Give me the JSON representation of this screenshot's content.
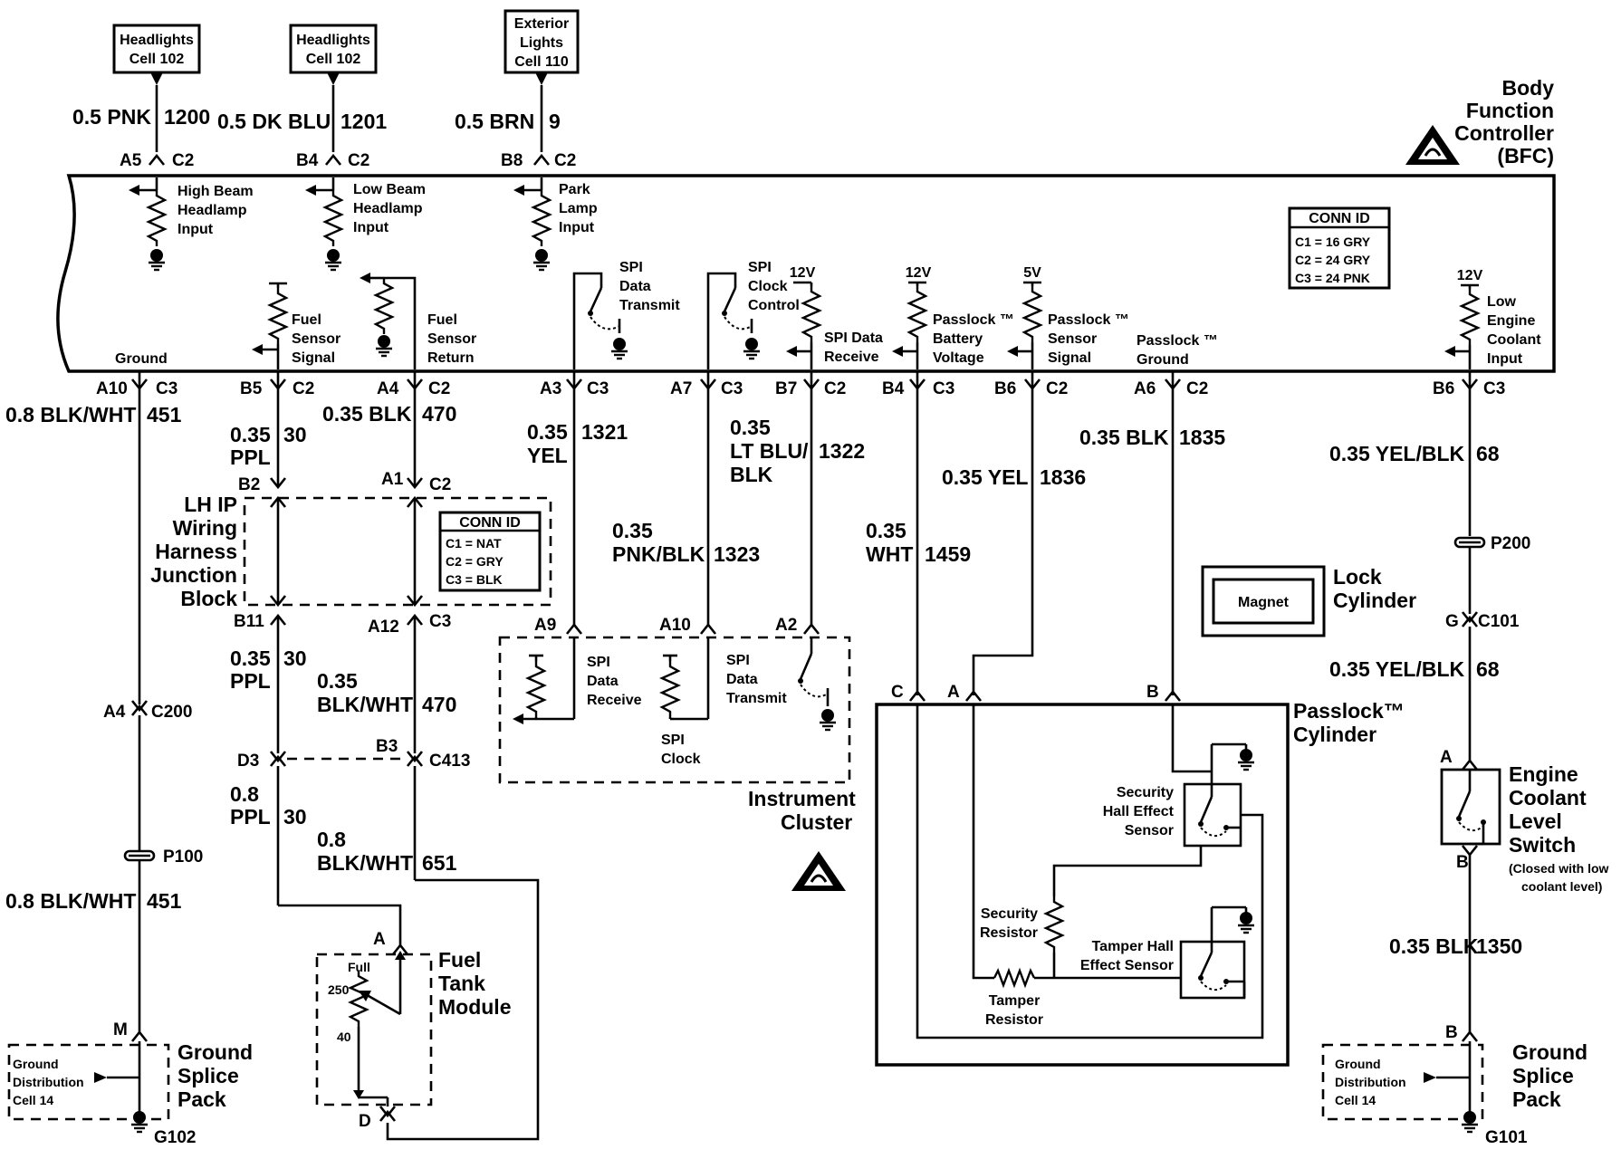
{
  "refs": {
    "headlights_a": [
      "Headlights",
      "Cell 102"
    ],
    "headlights_b": [
      "Headlights",
      "Cell 102"
    ],
    "exterior": [
      "Exterior",
      "Lights",
      "Cell 110"
    ]
  },
  "bfc": {
    "title": [
      "Body",
      "Function",
      "Controller",
      "(BFC)"
    ],
    "conn_id": {
      "title": "CONN ID",
      "rows": [
        "C1 = 16 GRY",
        "C2 = 24 GRY",
        "C3 = 24 PNK"
      ]
    },
    "inputs": {
      "high_beam": [
        "High Beam",
        "Headlamp",
        "Input"
      ],
      "low_beam": [
        "Low Beam",
        "Headlamp",
        "Input"
      ],
      "park": [
        "Park",
        "Lamp",
        "Input"
      ],
      "fuel_signal": [
        "Fuel",
        "Sensor",
        "Signal"
      ],
      "fuel_return": [
        "Fuel",
        "Sensor",
        "Return"
      ],
      "spi_tx": [
        "SPI",
        "Data",
        "Transmit"
      ],
      "spi_clk": [
        "SPI",
        "Clock",
        "Control"
      ],
      "spi_rx": [
        "SPI Data",
        "Receive"
      ],
      "pl_batt": [
        "Passlock ™",
        "Battery",
        "Voltage"
      ],
      "pl_sig": [
        "Passlock ™",
        "Sensor",
        "Signal"
      ],
      "pl_gnd": [
        "Passlock ™",
        "Ground"
      ],
      "coolant": [
        "Low",
        "Engine",
        "Coolant",
        "Input"
      ],
      "ground": "Ground"
    },
    "volts": {
      "rx": "12V",
      "batt": "12V",
      "sig": "5V",
      "cool": "12V"
    }
  },
  "top_wires": {
    "w1200": {
      "gauge": "0.5 PNK",
      "circuit": "1200",
      "pin": "A5",
      "conn": "C2"
    },
    "w1201": {
      "gauge": "0.5 DK BLU",
      "circuit": "1201",
      "pin": "B4",
      "conn": "C2"
    },
    "w9": {
      "gauge": "0.5 BRN",
      "circuit": "9",
      "pin": "B8",
      "conn": "C2"
    }
  },
  "bottom_pins": {
    "a10": {
      "pin": "A10",
      "conn": "C3"
    },
    "b5": {
      "pin": "B5",
      "conn": "C2"
    },
    "a4": {
      "pin": "A4",
      "conn": "C2"
    },
    "a3": {
      "pin": "A3",
      "conn": "C3"
    },
    "a7": {
      "pin": "A7",
      "conn": "C3"
    },
    "b7": {
      "pin": "B7",
      "conn": "C2"
    },
    "b4": {
      "pin": "B4",
      "conn": "C3"
    },
    "b6a": {
      "pin": "B6",
      "conn": "C2"
    },
    "a6": {
      "pin": "A6",
      "conn": "C2"
    },
    "b6b": {
      "pin": "B6",
      "conn": "C3"
    }
  },
  "wires": {
    "w451": {
      "gauge": "0.8 BLK/WHT",
      "circuit": "451"
    },
    "w451b": {
      "gauge": "0.8 BLK/WHT",
      "circuit": "451"
    },
    "w30a": {
      "gauge": [
        "0.35",
        "PPL"
      ],
      "circuit": "30"
    },
    "w470": {
      "gauge": "0.35 BLK",
      "circuit": "470"
    },
    "w1321": {
      "gauge": [
        "0.35",
        "YEL"
      ],
      "circuit": "1321"
    },
    "w1322": {
      "gauge": [
        "0.35",
        "LT BLU/",
        "BLK"
      ],
      "circuit": "1322"
    },
    "w1323": {
      "gauge": [
        "0.35",
        "PNK/BLK"
      ],
      "circuit": "1323"
    },
    "w1459": {
      "gauge": [
        "0.35",
        "WHT"
      ],
      "circuit": "1459"
    },
    "w1836": {
      "gauge": "0.35 YEL",
      "circuit": "1836"
    },
    "w1835": {
      "gauge": "0.35 BLK",
      "circuit": "1835"
    },
    "w68a": {
      "gauge": "0.35 YEL/BLK",
      "circuit": "68"
    },
    "w68b": {
      "gauge": "0.35 YEL/BLK",
      "circuit": "68"
    },
    "w30b": {
      "gauge": [
        "0.35",
        "PPL"
      ],
      "circuit": "30"
    },
    "w470b": {
      "gauge": [
        "0.35",
        "BLK/WHT"
      ],
      "circuit": "470"
    },
    "w30c": {
      "gauge": [
        "0.8",
        "PPL"
      ],
      "circuit": "30"
    },
    "w651": {
      "gauge": [
        "0.8",
        "BLK/WHT"
      ],
      "circuit": "651"
    },
    "w1350": {
      "gauge": "0.35 BLK",
      "circuit": "1350"
    }
  },
  "junction": {
    "title": [
      "LH IP",
      "Wiring",
      "Harness",
      "Junction",
      "Block"
    ],
    "conn_id": {
      "title": "CONN ID",
      "rows": [
        "C1 = NAT",
        "C2 = GRY",
        "C3 = BLK"
      ]
    },
    "pins": {
      "b2": "B2",
      "a1": "A1",
      "c2": "C2",
      "b11": "B11",
      "a12": "A12",
      "c3": "C3"
    }
  },
  "c200": {
    "pin": "A4",
    "conn": "C200"
  },
  "c413": {
    "d3": "D3",
    "b3": "B3",
    "conn": "C413"
  },
  "p100": "P100",
  "p200": "P200",
  "c101": {
    "pin": "G",
    "conn": "C101"
  },
  "cluster": {
    "title": [
      "Instrument",
      "Cluster"
    ],
    "pins": {
      "a9": "A9",
      "a10": "A10",
      "a2": "A2"
    },
    "spi_rx": [
      "SPI",
      "Data",
      "Receive"
    ],
    "spi_clk": [
      "SPI",
      "Clock"
    ],
    "spi_tx": [
      "SPI",
      "Data",
      "Transmit"
    ]
  },
  "lock": {
    "magnet": "Magnet",
    "title": [
      "Lock",
      "Cylinder"
    ]
  },
  "passlock": {
    "title": [
      "Passlock™",
      "Cylinder"
    ],
    "pins": {
      "c": "C",
      "a": "A",
      "b": "B"
    },
    "security_hall": [
      "Security",
      "Hall Effect",
      "Sensor"
    ],
    "security_res": [
      "Security",
      "Resistor"
    ],
    "tamper_hall": [
      "Tamper Hall",
      "Effect Sensor"
    ],
    "tamper_res": [
      "Tamper",
      "Resistor"
    ]
  },
  "fuel_tank": {
    "title": [
      "Fuel",
      "Tank",
      "Module"
    ],
    "pin_a": "A",
    "pin_d": "D",
    "full": "Full",
    "v250": "250",
    "v40": "40"
  },
  "ecl": {
    "pin_a": "A",
    "pin_b": "B",
    "title": [
      "Engine",
      "Coolant",
      "Level",
      "Switch"
    ],
    "note": [
      "(Closed with low",
      "coolant level)"
    ]
  },
  "gsp_left": {
    "title": [
      "Ground",
      "Splice",
      "Pack"
    ],
    "ref": [
      "Ground",
      "Distribution",
      "Cell 14"
    ],
    "pin": "M",
    "ground": "G102"
  },
  "gsp_right": {
    "title": [
      "Ground",
      "Splice",
      "Pack"
    ],
    "ref": [
      "Ground",
      "Distribution",
      "Cell 14"
    ],
    "pin": "B",
    "ground": "G101",
    "top_pin": "B"
  }
}
